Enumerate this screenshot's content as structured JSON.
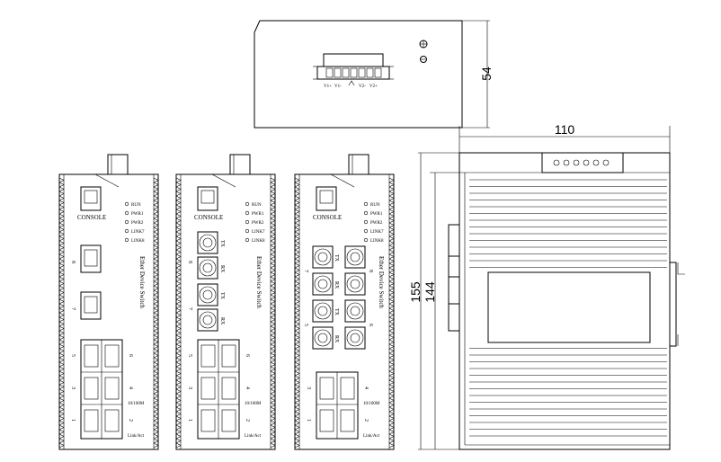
{
  "top_view": {
    "terminal_labels": [
      "V1+",
      "V1-",
      "V2-",
      "V2+"
    ],
    "height_dim": "54"
  },
  "front_panels": [
    {
      "console_label": "CONSOLE",
      "leds": [
        "RUN",
        "PWR1",
        "PWR2",
        "LINK7",
        "LINK8"
      ],
      "title": "Ether Device Switch",
      "upper_ports": [
        {
          "num": "8",
          "type": "rj45"
        },
        {
          "num": "7",
          "type": "rj45"
        }
      ],
      "port_numbers_left": [
        "5",
        "3",
        "1"
      ],
      "port_numbers_right": [
        "6",
        "4",
        "2"
      ],
      "speed_label": "10/100M",
      "link_label": "Link/Act"
    },
    {
      "console_label": "CONSOLE",
      "leds": [
        "RUN",
        "PWR1",
        "PWR2",
        "LINK7",
        "LINK8"
      ],
      "title": "Ether Device Switch",
      "upper_ports": [
        {
          "num": "8",
          "tx": "TX",
          "rx": "RX"
        },
        {
          "num": "7",
          "tx": "TX",
          "rx": "RX"
        }
      ],
      "port_numbers_left": [
        "5",
        "3",
        "1"
      ],
      "port_numbers_right": [
        "6",
        "4",
        "2"
      ],
      "speed_label": "10/100M",
      "link_label": "Link/Act"
    },
    {
      "console_label": "CONSOLE",
      "leds": [
        "RUN",
        "PWR1",
        "PWR2",
        "LINK7",
        "LINK8"
      ],
      "title": "Ether Device Switch",
      "fiber_left": [
        "7",
        "5"
      ],
      "fiber_right": [
        "8",
        "6"
      ],
      "fiber_labels": [
        "TX",
        "RX",
        "TX",
        "RX"
      ],
      "port_numbers_left": [
        "3",
        "1"
      ],
      "port_numbers_right": [
        "4",
        "2"
      ],
      "speed_label": "10/100M",
      "link_label": "Link/Act"
    }
  ],
  "side_view": {
    "width_dim": "110",
    "outer_height_dim": "155",
    "inner_height_dim": "144"
  }
}
